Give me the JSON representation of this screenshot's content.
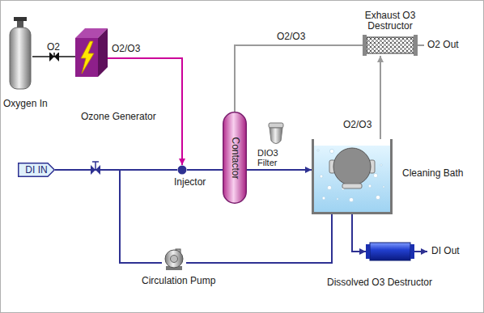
{
  "diagram": {
    "nodes": [
      {
        "text": [
          "DI IN"
        ]
      },
      {
        "text": [
          "Oxygen In"
        ]
      },
      {
        "text": [
          "Ozone Generator"
        ]
      },
      {
        "text": [
          "Injector"
        ]
      },
      {
        "text": [
          "Contactor"
        ]
      },
      {
        "text": [
          "DIO3 Filter"
        ]
      },
      {
        "text": [
          "Cleaning Bath"
        ]
      },
      {
        "text": [
          "Exhaust O3 Destructor"
        ]
      },
      {
        "text": [
          "Circulation Pump"
        ]
      },
      {
        "text": [
          "Dissolved O3 Destructor"
        ]
      }
    ],
    "edges": [
      {
        "from": 1,
        "to": 2,
        "label": "O2",
        "arrow": "none"
      },
      {
        "from": 2,
        "to": 3,
        "label": "O2/O3",
        "arrow": "to"
      },
      {
        "from": 0,
        "to": 3,
        "arrow": "none"
      },
      {
        "from": 3,
        "to": 4,
        "arrow": "none"
      },
      {
        "from": 4,
        "to": 5,
        "arrow": "none"
      },
      {
        "from": 5,
        "to": 6,
        "arrow": "to"
      },
      {
        "from": 4,
        "to": 7,
        "label": "O2/O3",
        "arrow": "none"
      },
      {
        "from": 6,
        "to": 7,
        "label": "O2/O3",
        "arrow": "to"
      },
      {
        "from": 6,
        "to": 8,
        "arrow": "none"
      },
      {
        "from": 8,
        "to": 3,
        "arrow": "none"
      },
      {
        "from": 6,
        "to": 9,
        "arrow": "to"
      }
    ],
    "labels": [
      "O2 Out",
      "DI Out"
    ]
  }
}
